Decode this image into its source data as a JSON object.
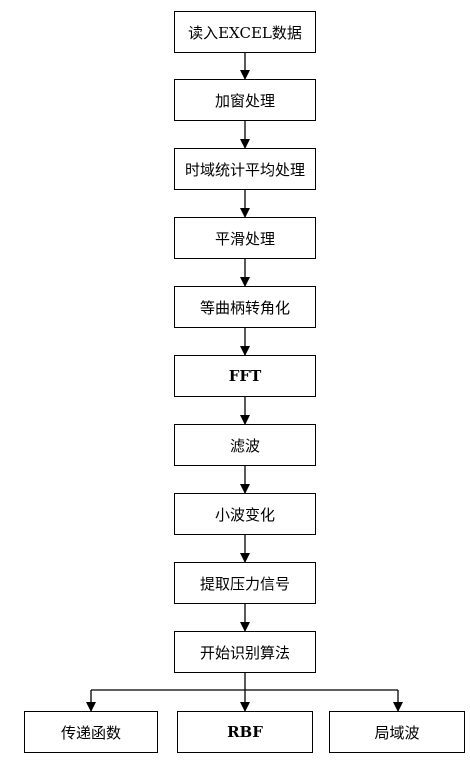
{
  "flow_steps": [
    "读入EXCEL数据",
    "加窗处理",
    "时域统计平均处理",
    "平滑处理",
    "等曲柄转角化",
    "FFT",
    "滤波",
    "小波变化",
    "提取压力信号",
    "开始识别算法"
  ],
  "branches": [
    "传递函数",
    "RBF",
    "局域波"
  ],
  "colors": {
    "line": "#000000",
    "box_border": "#000000",
    "background": "#ffffff"
  }
}
